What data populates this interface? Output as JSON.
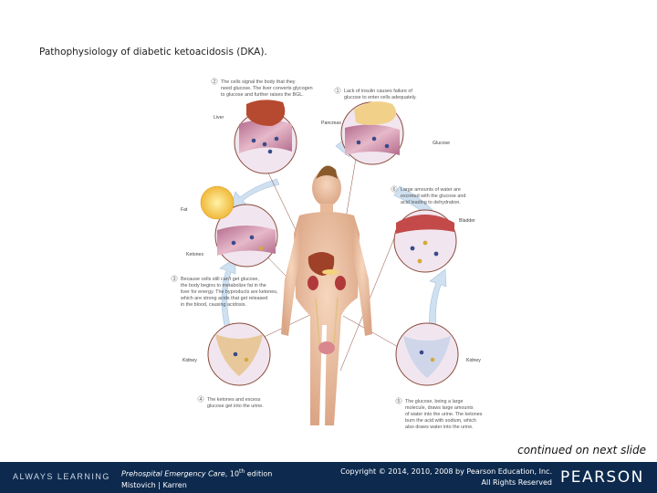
{
  "title": "Pathophysiology of diabetic ketoacidosis (DKA).",
  "figure": {
    "steps": {
      "s1": [
        "Lack of insulin causes failure of",
        "glucose to enter cells adequately."
      ],
      "s2": [
        "The cells signal the body that they",
        "need glucose. The liver converts glycogen",
        "to glucose and further raises the BGL."
      ],
      "s3": [
        "Because cells still can't get glucose,",
        "the body begins to metabolize fat in the",
        "liver for energy. The byproducts are ketones,",
        "which are strong acids that get released",
        "in the blood, causing acidosis."
      ],
      "s4": [
        "The ketones and excess",
        "glucose get into the urine."
      ],
      "s5": [
        "The glucose, being a large",
        "molecule, draws large amounts",
        "of water into the urine. The ketones",
        "burn the acid with sodium, which",
        "also draws water into the urine."
      ],
      "s6": [
        "Large amounts of water are",
        "excreted with the glucose and",
        "acid leading to dehydration."
      ]
    },
    "nums": {
      "n1": "1",
      "n2": "2",
      "n3": "3",
      "n4": "4",
      "n5": "5",
      "n6": "6"
    },
    "labels": {
      "liver": "Liver",
      "pancreas": "Pancreas",
      "glucose": "Glucose",
      "fat": "Fat",
      "ketones": "Ketones",
      "bladder": "Bladder",
      "kidney_left": "Kidney",
      "kidney_right": "Kidney"
    }
  },
  "continued": "continued on next slide",
  "footer": {
    "always_learning": "ALWAYS LEARNING",
    "book_title": "Prehospital Emergency Care",
    "edition_pre": ", 10",
    "edition_sup": "th",
    "edition_post": " edition",
    "authors": "Mistovich | Karren",
    "copyright": "Copyright © 2014, 2010, 2008 by Pearson Education, Inc.",
    "rights": "All Rights Reserved",
    "brand": "PEARSON"
  },
  "colors": {
    "footer_bg": "#0d2a4e",
    "vessel": "#d9a0b4",
    "arrow": "#c9dcee",
    "skin": "#f0c7a8"
  }
}
